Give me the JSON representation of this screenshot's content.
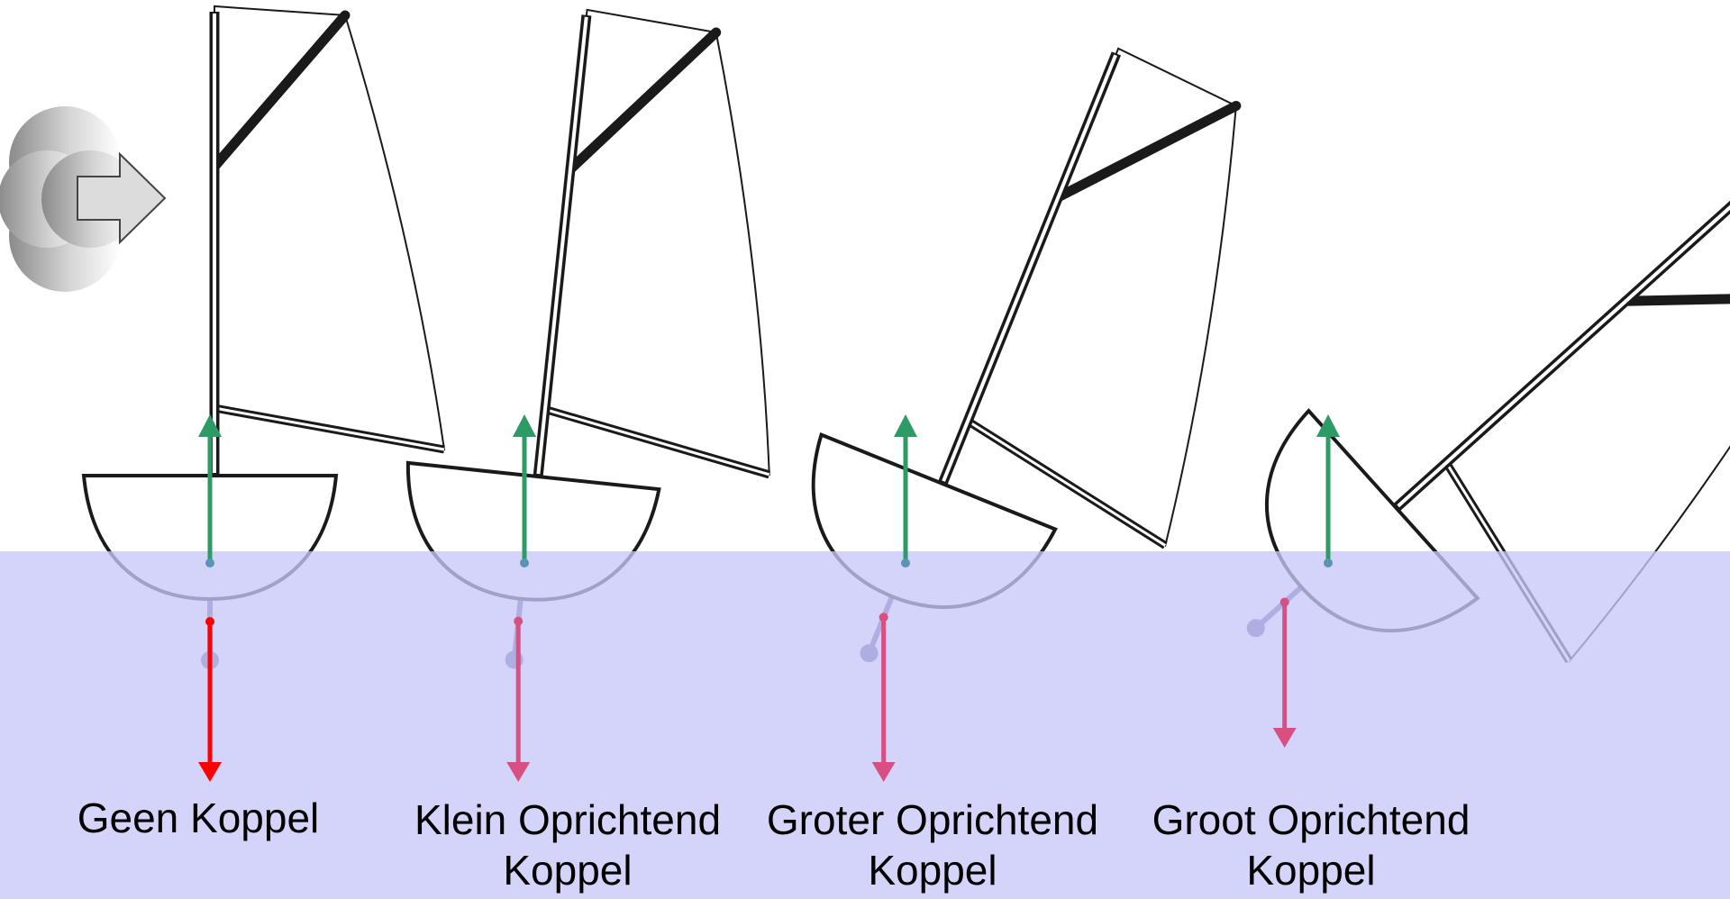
{
  "colors": {
    "water": "#c8c8fa",
    "hull": "#1a1a1a",
    "buoyancy_arrow": "#2e9a66",
    "gravity_arrow_neutral": "#ff0000",
    "gravity_arrow": "#d94f82",
    "keel": "#545490",
    "wind_cloud": "#9a9a9a",
    "wind_arrow": "#dcdcdc"
  },
  "icons": {
    "wind": "wind-cloud-icon",
    "wind_direction": "wind-arrow-icon"
  },
  "boats": [
    {
      "heel_deg": 0,
      "caption_line1": "Geen Koppel",
      "caption_line2": ""
    },
    {
      "heel_deg": 6,
      "caption_line1": "Klein Oprichtend",
      "caption_line2": "Koppel"
    },
    {
      "heel_deg": 22,
      "caption_line1": "Groter Oprichtend",
      "caption_line2": "Koppel"
    },
    {
      "heel_deg": 48,
      "caption_line1": "Groot Oprichtend",
      "caption_line2": "Koppel"
    }
  ]
}
